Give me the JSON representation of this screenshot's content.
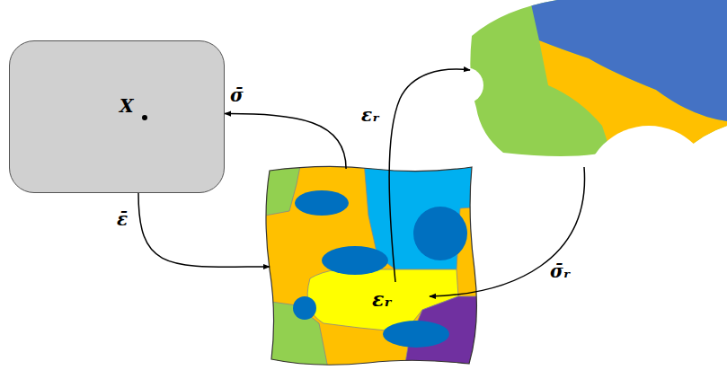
{
  "diagram": {
    "nodes": [
      {
        "text": [
          "X"
        ]
      },
      {
        "text": [
          "εᵣ"
        ]
      }
    ],
    "edges": [
      {
        "from": 0,
        "to": 1,
        "arrow": "to",
        "label": "ε̄"
      },
      {
        "from": 1,
        "to": 0,
        "arrow": "to",
        "label": "σ̄"
      }
    ],
    "labels": [
      "εᵣ",
      "σ̄ᵣ"
    ]
  }
}
